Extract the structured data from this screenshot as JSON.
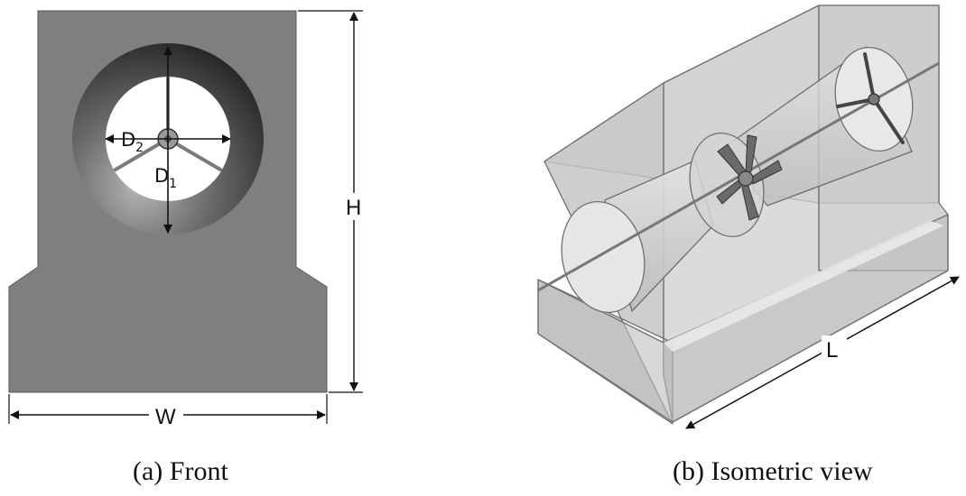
{
  "front": {
    "caption": "(a)  Front",
    "labels": {
      "d1": "D",
      "d1_sub": "1",
      "d2": "D",
      "d2_sub": "2",
      "height": "H",
      "width": "W"
    }
  },
  "iso": {
    "caption": "(b)  Isometric view",
    "labels": {
      "length": "L"
    }
  },
  "colors": {
    "body": "#7d7d7d",
    "ring_dark": "#2a2a2a",
    "ring_light": "#a8a8a8",
    "box": "#d6d6d6",
    "box_edge": "#7a7a7a"
  }
}
